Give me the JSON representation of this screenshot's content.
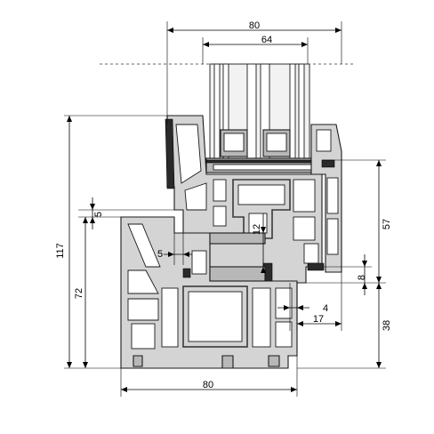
{
  "dimensions": {
    "top_overall": "80",
    "top_glazing": "64",
    "left_total": "117",
    "left_frame": "72",
    "left_small": "5",
    "mid_offset": "5",
    "mid_12": "12",
    "right_57": "57",
    "right_38": "38",
    "right_8": "8",
    "bottom_4": "4",
    "bottom_17": "17",
    "bottom_overall": "80"
  }
}
